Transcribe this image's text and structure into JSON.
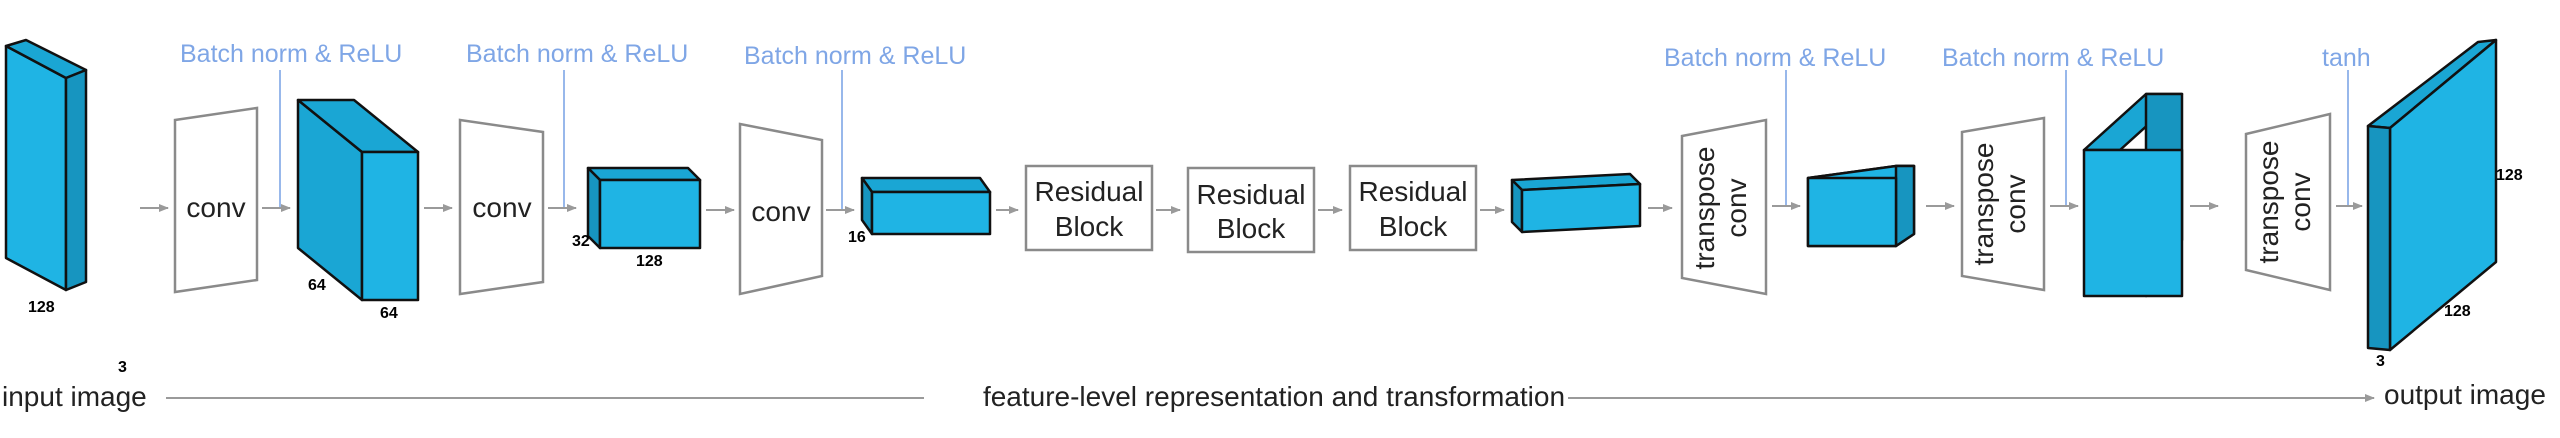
{
  "annotations": {
    "bn_relu_1": "Batch norm & ReLU",
    "bn_relu_2": "Batch norm & ReLU",
    "bn_relu_3": "Batch norm & ReLU",
    "bn_relu_4": "Batch norm & ReLU",
    "bn_relu_5": "Batch norm & ReLU",
    "tanh": "tanh"
  },
  "ops": {
    "conv1": "conv",
    "conv2": "conv",
    "conv3": "conv",
    "residual1": [
      "Residual",
      "Block"
    ],
    "residual2": [
      "Residual",
      "Block"
    ],
    "residual3": [
      "Residual",
      "Block"
    ],
    "tconv1": [
      "transpose",
      "conv"
    ],
    "tconv2": [
      "transpose",
      "conv"
    ],
    "tconv3": [
      "transpose",
      "conv"
    ]
  },
  "dims": {
    "input_h": "128",
    "input_c": "3",
    "f1_h": "64",
    "f1_w": "64",
    "f2_h": "32",
    "f2_w": "128",
    "f3_h": "16",
    "out_h": "128",
    "out_w": "128",
    "out_c": "3"
  },
  "bottom": {
    "input_label": "input image",
    "middle_label": "feature-level representation and transformation",
    "output_label": "output image"
  },
  "colors": {
    "feature_map": "#1fb4e4",
    "annotation": "#7fa6e6",
    "op_outline": "#8a8a8a"
  }
}
